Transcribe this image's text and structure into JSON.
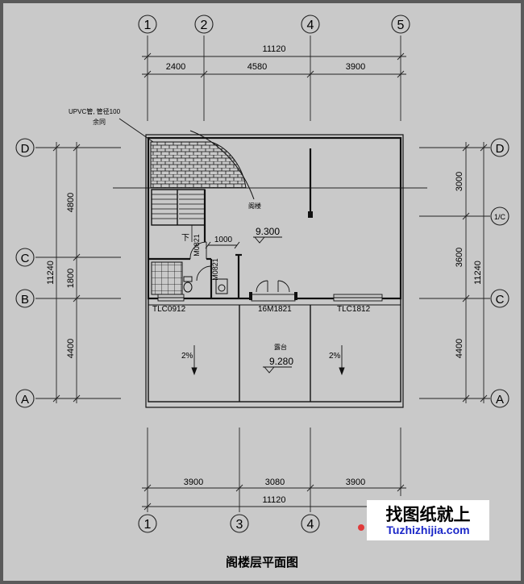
{
  "drawing": {
    "title": "阁楼层平面图",
    "axes": {
      "top": [
        "1",
        "2",
        "4",
        "5"
      ],
      "bottom": [
        "1",
        "3",
        "4"
      ],
      "left": [
        "D",
        "C",
        "B",
        "A"
      ],
      "right": [
        "D",
        "1/C",
        "C",
        "A"
      ]
    },
    "dimensions": {
      "top_total": "11120",
      "top_segments": [
        "2400",
        "4580",
        "3900"
      ],
      "bottom_total": "11120",
      "bottom_segments": [
        "3900",
        "3080",
        "3900"
      ],
      "left_total": "11240",
      "left_segments": [
        "4800",
        "1800",
        "4400"
      ],
      "right_total": "11240",
      "right_segments": [
        "3000",
        "3600",
        "4400"
      ],
      "inner_width": "1000"
    },
    "notes": {
      "upvc_line1": "UPVC管, 管径100",
      "upvc_line2": "余同",
      "down": "下",
      "attic": "阁楼",
      "terrace": "露台"
    },
    "elevations": {
      "attic": "9.300",
      "terrace": "9.280"
    },
    "slopes": {
      "left": "2%",
      "right": "2%"
    },
    "doors_windows": {
      "w1": "TLC0912",
      "d1": "16M1821",
      "w2": "TLC1812",
      "m1": "M0821",
      "m2": "M0821"
    }
  },
  "watermark": {
    "cn": "找图纸就上",
    "en": "Tuzhizhijia.com"
  }
}
